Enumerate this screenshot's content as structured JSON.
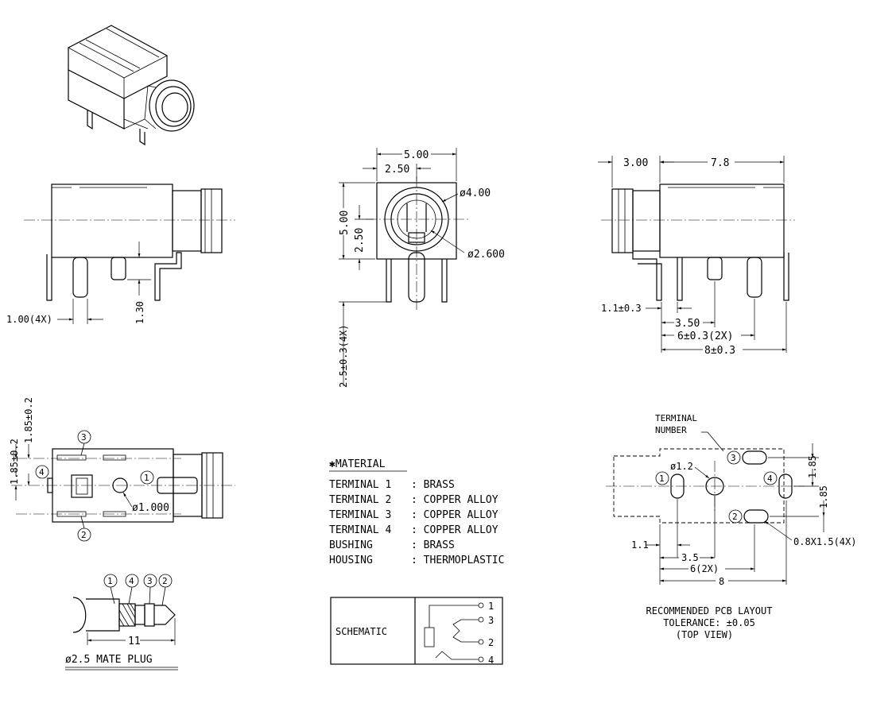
{
  "dims": {
    "front_width": "5.00",
    "front_half_width": "2.50",
    "front_height": "5.00",
    "front_half_height": "2.50",
    "bushing_dia": "ø4.00",
    "hole_dia": "ø2.600",
    "pin_length": "2.5±0.3(4X)",
    "pin_width": "1.00(4X)",
    "pin_offset": "1.30",
    "side_bushing": "3.00",
    "side_body": "7.8",
    "side_pin_offset": "1.1±0.3",
    "side_pitch1": "3.50",
    "side_pitch2": "6±0.3(2X)",
    "side_pitch3": "8±0.3",
    "bottom_offset_a": "1.85±0.2",
    "bottom_offset_b": "1.85±0.2",
    "bottom_hole": "ø1.000",
    "plug_length": "11"
  },
  "terminal_numbers": [
    "1",
    "2",
    "3",
    "4"
  ],
  "plug_caption": "ø2.5 MATE PLUG",
  "material": {
    "title": "✱MATERIAL",
    "rows": [
      {
        "part": "TERMINAL 1",
        "value": ": BRASS"
      },
      {
        "part": "TERMINAL 2",
        "value": ": COPPER ALLOY"
      },
      {
        "part": "TERMINAL 3",
        "value": ": COPPER ALLOY"
      },
      {
        "part": "TERMINAL 4",
        "value": ": COPPER ALLOY"
      },
      {
        "part": "BUSHING",
        "value": ": BRASS"
      },
      {
        "part": "HOUSING",
        "value": ": THERMOPLASTIC"
      }
    ]
  },
  "schematic": {
    "label": "SCHEMATIC"
  },
  "pcb": {
    "terminal_label_1": "TERMINAL",
    "terminal_label_2": "NUMBER",
    "hole_dia": "ø1.2",
    "dim_185_top": "1.85",
    "dim_185_bottom": "1.85",
    "slot_size": "0.8X1.5(4X)",
    "dim_11": "1.1",
    "dim_35": "3.5",
    "dim_6": "6(2X)",
    "dim_8": "8",
    "caption_1": "RECOMMENDED PCB LAYOUT",
    "caption_2": "TOLERANCE: ±0.05",
    "caption_3": "(TOP VIEW)"
  }
}
